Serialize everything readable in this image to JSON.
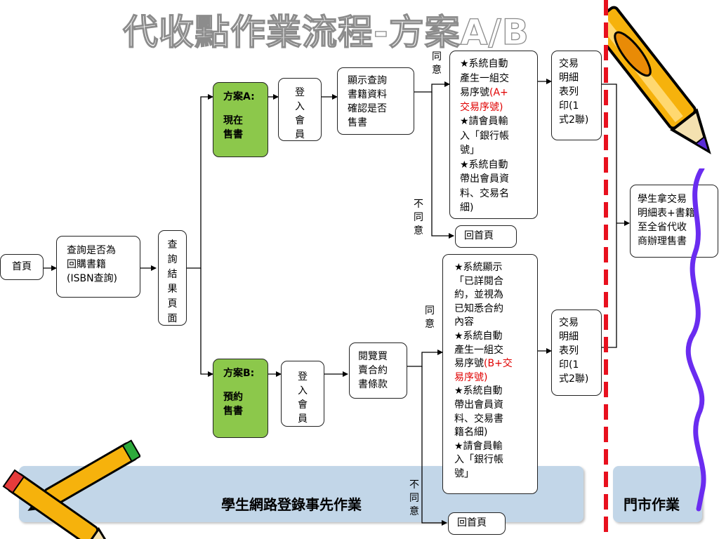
{
  "title": "代收點作業流程-方案A/B",
  "home": "首頁",
  "query": {
    "line1": "查詢是否為",
    "line2": "回購書籍",
    "line3": "(ISBN查詢)"
  },
  "result": "查詢結果頁面",
  "planA": {
    "name": "方案A:",
    "desc1": "現在",
    "desc2": "售書"
  },
  "planB": {
    "name": "方案B:",
    "desc1": "預約",
    "desc2": "售書"
  },
  "login": "登入會員",
  "show_book": {
    "line1": "顯示查詢",
    "line2": "書籍資料",
    "line3": "確認是否",
    "line4": "售書"
  },
  "browse": {
    "line1": "閱覽買",
    "line2": "賣合約",
    "line3": "書條款"
  },
  "agree": "同意",
  "disagree": "不同意",
  "back_home": "回首頁",
  "sysA": {
    "l1": "★系統自動",
    "l2": "產生一組交",
    "l3a": "易序號",
    "l3b": "(A+",
    "l4": "交易序號)",
    "l5": "★請會員輸",
    "l6": "入「銀行帳",
    "l7": "號」",
    "l8": "★系統自動",
    "l9": "帶出會員資",
    "l10": "料、交易名",
    "l11": "細)"
  },
  "sysB": {
    "l1": "★系統顯示",
    "l2": "「已詳閱合",
    "l3": "約，並視為",
    "l4": "已知悉合約",
    "l5": "內容",
    "l6": "★系統自動",
    "l7": "產生一組交",
    "l8a": "易序號",
    "l8b": "(B+交",
    "l9": "易序號)",
    "l10": "★系統自動",
    "l11": "帶出會員資",
    "l12": "料、交易書",
    "l13": "籍名細)",
    "l14": "★請會員輸",
    "l15": "入「銀行帳",
    "l16": "號」"
  },
  "print": {
    "l1": "交易",
    "l2": "明細",
    "l3": "表列",
    "l4": "印(1",
    "l5": "式2聯)"
  },
  "student": {
    "l1": "學生拿交易",
    "l2": "明細表+書籍",
    "l3": "至全省代收",
    "l4": "商辦理售書"
  },
  "band_left": "學生網路登錄事先作業",
  "band_right": "門市作業",
  "colors": {
    "green": "#8cc84b",
    "band": "#c2d6e8",
    "divider": "#e8101e",
    "highlight": "#e00000"
  }
}
